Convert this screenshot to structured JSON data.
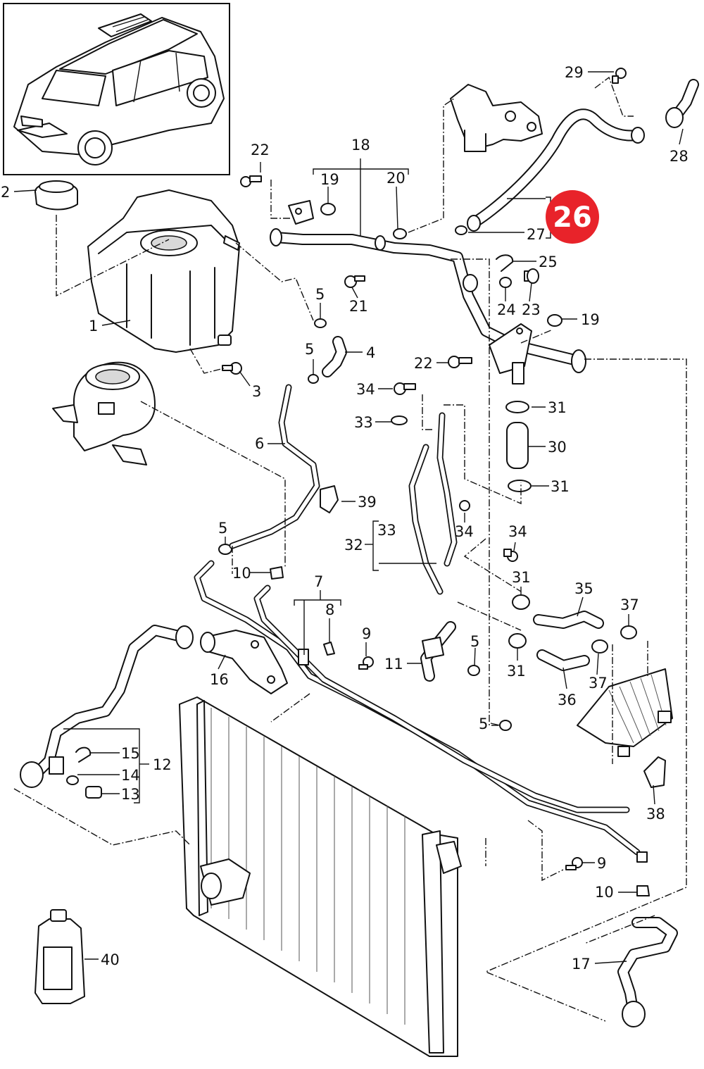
{
  "diagram": {
    "highlight": {
      "label": "26",
      "color": "#e8232a"
    },
    "callouts": [
      "1",
      "2",
      "3",
      "4",
      "5",
      "5",
      "5",
      "5",
      "5",
      "6",
      "7",
      "8",
      "9",
      "9",
      "10",
      "10",
      "11",
      "12",
      "13",
      "14",
      "15",
      "16",
      "17",
      "18",
      "19",
      "19",
      "20",
      "21",
      "22",
      "22",
      "23",
      "24",
      "25",
      "27",
      "28",
      "29",
      "30",
      "31",
      "31",
      "31",
      "31",
      "32",
      "33",
      "33",
      "34",
      "34",
      "34",
      "35",
      "36",
      "37",
      "37",
      "38",
      "39",
      "40"
    ]
  }
}
